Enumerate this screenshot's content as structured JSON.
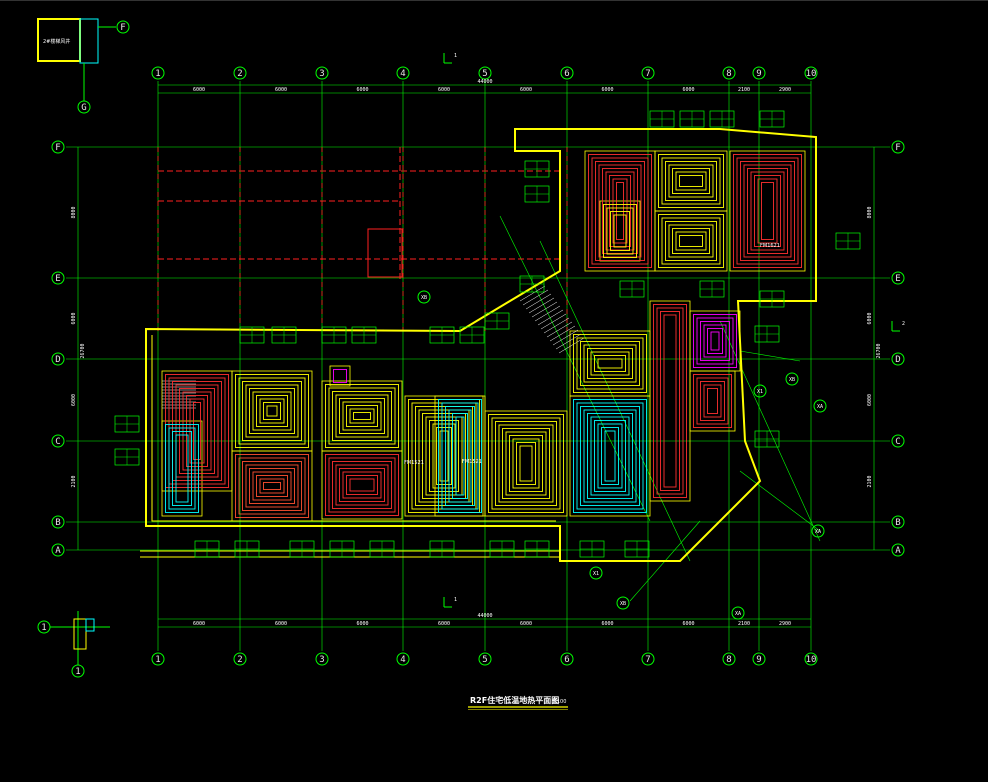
{
  "drawing": {
    "title": "R2F住宅低温地热平面图",
    "scale": "1:100",
    "total_dimension": "44000",
    "col_labels": [
      "1",
      "2",
      "3",
      "4",
      "5",
      "6",
      "7",
      "8",
      "9",
      "10"
    ],
    "row_labels": [
      "F",
      "E",
      "D",
      "C",
      "B",
      "A"
    ],
    "top_dims": [
      "6000",
      "6000",
      "6000",
      "6000",
      "6000",
      "6000",
      "6000",
      "2100",
      "2900"
    ],
    "bottom_dims": [
      "6000",
      "6000",
      "6000",
      "6000",
      "6000",
      "6000",
      "6000",
      "2100",
      "2900"
    ],
    "left_dims": [
      "8000",
      "6000",
      "6000",
      "2100"
    ],
    "right_dims": [
      "8000",
      "6000",
      "6000",
      "2100"
    ],
    "left_total": "26700",
    "right_total": "26700",
    "inset_top_label": "2#楼梯风井",
    "inset_axis_f": "F",
    "inset_axis_g": "G",
    "inset_axis_1": "1",
    "diag_labels": [
      "XA",
      "XB",
      "X1",
      "XA",
      "XB",
      "X1"
    ],
    "room_labels": [
      "FM1621",
      "FM1521",
      "FM1521"
    ],
    "section_marks": [
      "1",
      "1",
      "2"
    ]
  },
  "colors": {
    "background": "#000000",
    "axis": "#00ff00",
    "wall": "#ffff00",
    "red": "#ff2020",
    "magenta": "#ff00ff",
    "cyan": "#00ffff",
    "white": "#ffffff"
  }
}
